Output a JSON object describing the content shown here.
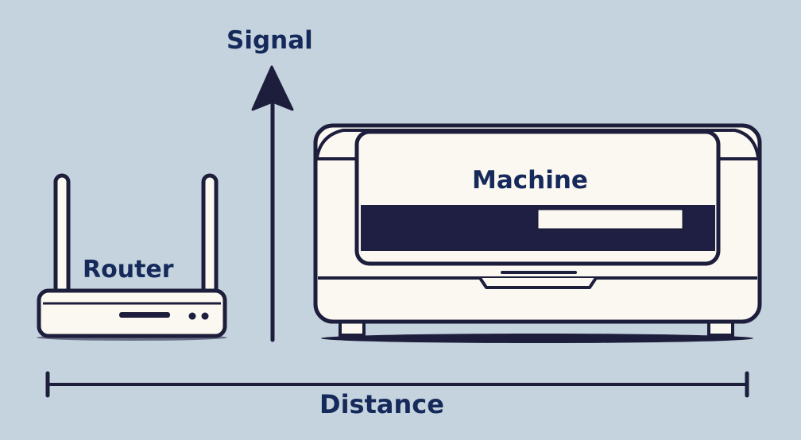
{
  "labels": {
    "signal": "Signal",
    "router": "Router",
    "machine": "Machine",
    "distance": "Distance"
  },
  "colors": {
    "background": "#c4d3dd",
    "outline": "#1d1d3c",
    "device_fill": "#fbf8f1",
    "label_text": "#15295a"
  },
  "icons": {
    "router": "wifi-router-icon",
    "machine": "printer-machine-icon",
    "signal_axis": "up-arrow",
    "distance_axis": "horizontal-bar"
  }
}
